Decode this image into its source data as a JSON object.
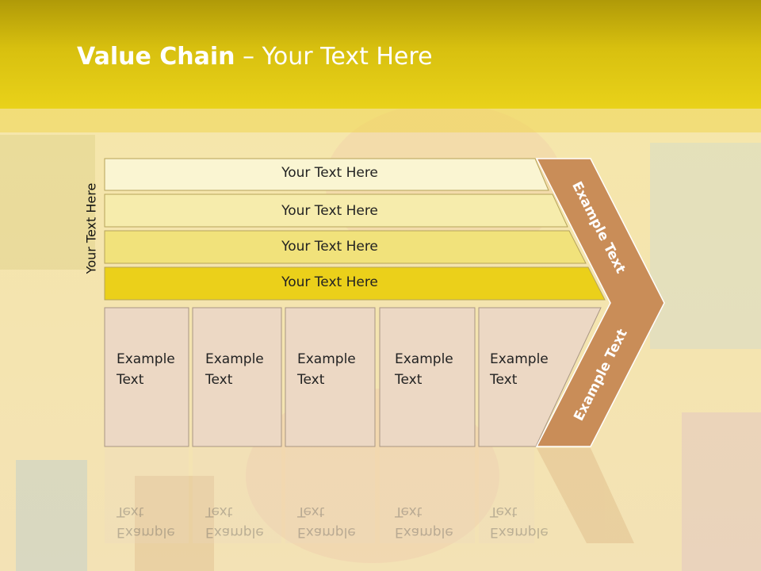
{
  "title": {
    "bold": "Value Chain",
    "rest": " – Your Text Here"
  },
  "side_label": "Your Text Here",
  "bands": [
    {
      "label": "Your Text Here",
      "color": "#faf5d2"
    },
    {
      "label": "Your Text Here",
      "color": "#f6ecac"
    },
    {
      "label": "Your Text Here",
      "color": "#f1e27b"
    },
    {
      "label": "Your Text Here",
      "color": "#ebd01a"
    }
  ],
  "boxes": [
    {
      "line1": "Example",
      "line2": "Text"
    },
    {
      "line1": "Example",
      "line2": "Text"
    },
    {
      "line1": "Example",
      "line2": "Text"
    },
    {
      "line1": "Example",
      "line2": "Text"
    },
    {
      "line1": "Example",
      "line2": "Text"
    }
  ],
  "arrow": {
    "upper_label": "Example Text",
    "lower_label": "Example Text",
    "color": "#c98d58"
  },
  "colors": {
    "title_bar": "#d8c00f",
    "box_fill": "#ecd8c4",
    "background": "#f7ecb8"
  }
}
